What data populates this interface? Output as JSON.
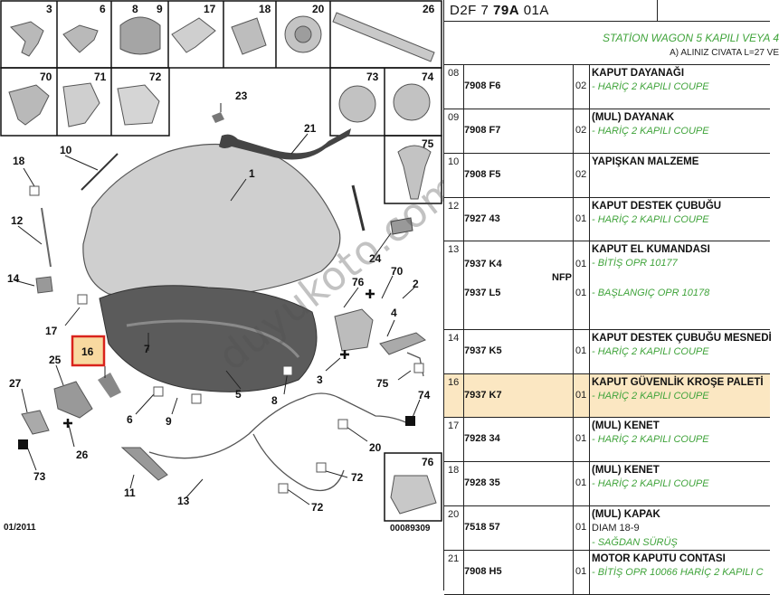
{
  "header": {
    "page_code_prefix": "D2F 7 ",
    "page_code_bold": "79A",
    "page_code_suffix": " 01A"
  },
  "section": {
    "title": "STATİON WAGON 5 KAPILI VEYA 4",
    "note": "A) ALINIZ CIVATA L=27 VE"
  },
  "diagram": {
    "thumbs_top": [
      "3",
      "6",
      "8",
      "9",
      "17",
      "18",
      "20",
      "26"
    ],
    "thumbs_second": [
      "70",
      "71",
      "72",
      "73",
      "74"
    ],
    "thumb_75": "75",
    "thumb_76": "76",
    "callouts": [
      "23",
      "21",
      "10",
      "1",
      "18",
      "12",
      "14",
      "17",
      "24",
      "76",
      "70",
      "2",
      "4",
      "16",
      "25",
      "27",
      "7",
      "5",
      "3",
      "75",
      "8",
      "9",
      "6",
      "74",
      "26",
      "20",
      "73",
      "72",
      "11",
      "13",
      "72"
    ],
    "highlight_callout": "16",
    "date": "01/2011",
    "drawing_number": "00089309"
  },
  "watermark": "duyukoto.com",
  "parts": [
    {
      "idx": "08",
      "lines": [
        {
          "ref": "7908 F6",
          "qty": "02"
        }
      ],
      "name": "KAPUT DAYANAĞI",
      "subs": [
        "- HARİÇ 2 KAPILI COUPE"
      ]
    },
    {
      "idx": "09",
      "lines": [
        {
          "ref": "7908 F7",
          "qty": "02"
        }
      ],
      "name": "(MUL) DAYANAK",
      "subs": [
        "- HARİÇ 2 KAPILI COUPE"
      ]
    },
    {
      "idx": "10",
      "lines": [
        {
          "ref": "7908 F5",
          "qty": "02"
        }
      ],
      "name": "YAPIŞKAN MALZEME",
      "subs": []
    },
    {
      "idx": "12",
      "lines": [
        {
          "ref": "7927 43",
          "qty": "01"
        }
      ],
      "name": "KAPUT DESTEK ÇUBUĞU",
      "subs": [
        "- HARİÇ 2 KAPILI COUPE"
      ]
    },
    {
      "idx": "13",
      "lines": [
        {
          "ref": "7937 K4",
          "qty": "01"
        },
        {
          "ref": "7937 L5",
          "qty": "01"
        }
      ],
      "nfp": "NFP",
      "name": "KAPUT EL KUMANDASI",
      "subs": [
        "- BİTİŞ OPR 10177",
        "- BAŞLANGIÇ OPR 10178"
      ]
    },
    {
      "idx": "14",
      "lines": [
        {
          "ref": "7937 K5",
          "qty": "01"
        }
      ],
      "name": "KAPUT DESTEK ÇUBUĞU MESNEDİ",
      "subs": [
        "- HARİÇ 2 KAPILI COUPE"
      ]
    },
    {
      "idx": "16",
      "lines": [
        {
          "ref": "7937 K7",
          "qty": "01"
        }
      ],
      "name": "KAPUT GÜVENLİK KROŞE PALETİ",
      "subs": [
        "- HARİÇ 2 KAPILI COUPE"
      ],
      "highlight": true
    },
    {
      "idx": "17",
      "lines": [
        {
          "ref": "7928 34",
          "qty": "01"
        }
      ],
      "name": "(MUL) KENET",
      "subs": [
        "- HARİÇ 2 KAPILI COUPE"
      ]
    },
    {
      "idx": "18",
      "lines": [
        {
          "ref": "7928 35",
          "qty": "01"
        }
      ],
      "name": "(MUL) KENET",
      "subs": [
        "- HARİÇ 2 KAPILI COUPE"
      ]
    },
    {
      "idx": "20",
      "lines": [
        {
          "ref": "7518 57",
          "qty": "01"
        }
      ],
      "name": "(MUL) KAPAK",
      "subs": [
        "DIAM 18-9",
        "- SAĞDAN SÜRÜŞ"
      ]
    },
    {
      "idx": "21",
      "lines": [
        {
          "ref": "7908 H5",
          "qty": "01"
        }
      ],
      "name": "MOTOR KAPUTU CONTASI",
      "subs": [
        "- BİTİŞ OPR 10066 HARİÇ 2 KAPILI C"
      ]
    }
  ],
  "colors": {
    "accent_green": "#3fa33a",
    "highlight_row": "#fbe7c2",
    "highlight_box": "#f8d9a0",
    "highlight_border": "#d9231c"
  }
}
